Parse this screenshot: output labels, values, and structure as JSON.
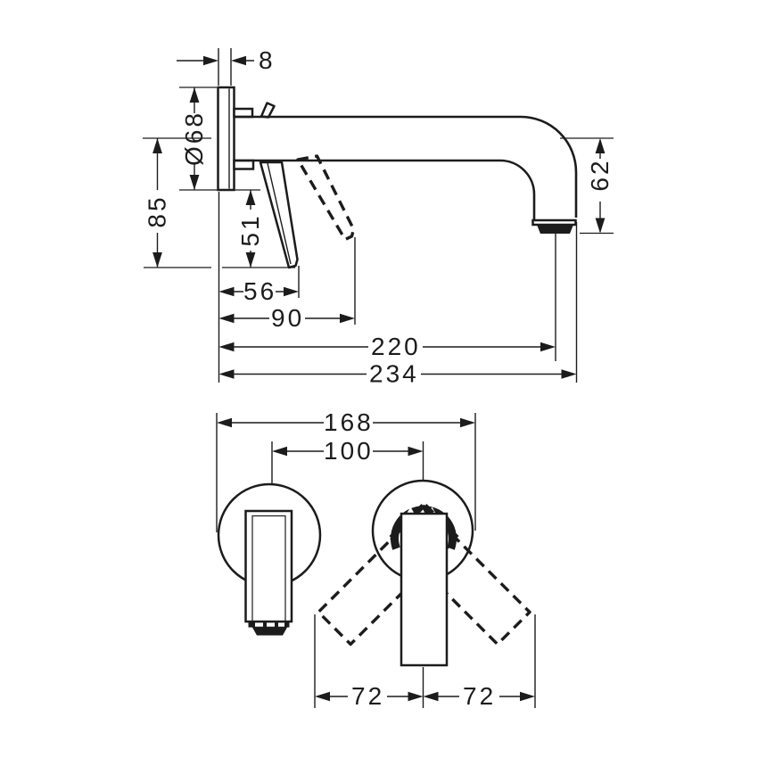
{
  "drawing": {
    "type": "faucet installation dimension drawing",
    "views": [
      "side elevation",
      "front elevation"
    ],
    "units": "mm"
  },
  "side_view": {
    "plate_thickness": "8",
    "escutcheon_diameter": "Ø68",
    "axis_to_handle_tip": "85",
    "plate_to_handle_tip": "51",
    "handle_closed_reach": "56",
    "handle_open_reach": "90",
    "spout_reach_to_outlet": "220",
    "spout_total_reach": "234",
    "axis_to_outlet_drop": "62"
  },
  "front_view": {
    "plate_span": "168",
    "spout_to_handle_distance": "100",
    "handle_swing_left": "72",
    "handle_swing_right": "72"
  },
  "colors": {
    "ink": "#1c1c1c",
    "paper": "#ffffff"
  }
}
